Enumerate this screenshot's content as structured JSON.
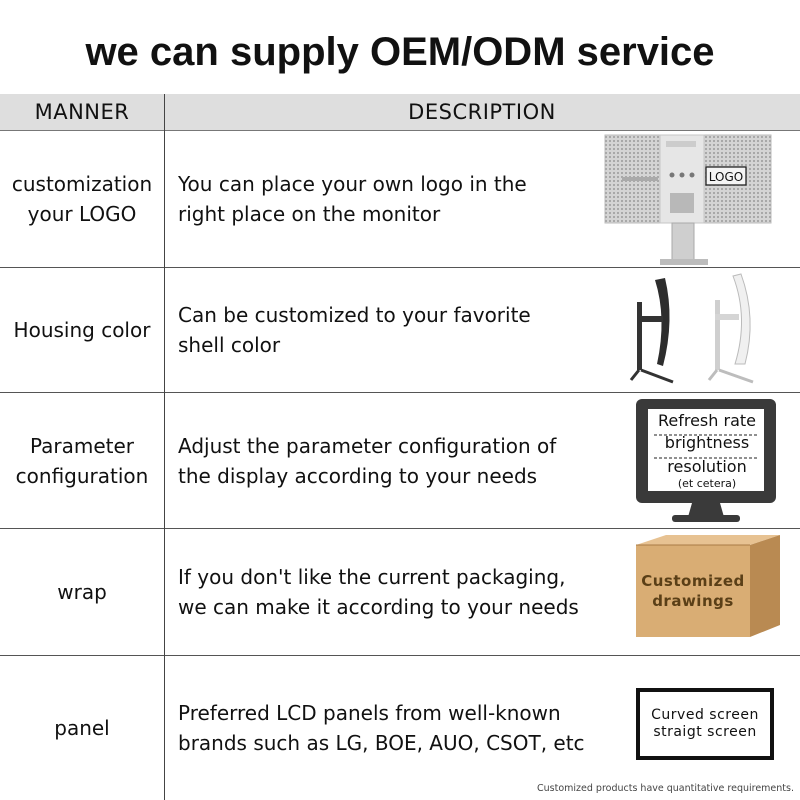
{
  "title": "we can supply OEM/ODM service",
  "table": {
    "headers": {
      "manner": "MANNER",
      "description": "DESCRIPTION"
    },
    "rows": [
      {
        "manner": "customization\nyour LOGO",
        "description": "You can place your own logo in the\n right place on the monitor",
        "image_label": "LOGO"
      },
      {
        "manner": "Housing color",
        "description": "Can be customized to your favorite\n shell color"
      },
      {
        "manner": "Parameter\nconfiguration",
        "description": "Adjust the parameter configuration of\nthe display according to your needs",
        "screen_lines": [
          "Refresh rate",
          "brightness",
          "resolution",
          "(et cetera)"
        ]
      },
      {
        "manner": "wrap",
        "description": "If you don't like the current packaging,\nwe can make it according to your needs",
        "box_lines": [
          "Customized",
          "drawings"
        ]
      },
      {
        "manner": "panel",
        "description": "Preferred LCD panels from well-known\n brands such as LG, BOE, AUO, CSOT, etc",
        "panel_lines": [
          "Curved screen",
          "straigt screen"
        ]
      }
    ]
  },
  "footnote": "Customized products have quantitative requirements.",
  "colors": {
    "header_bg": "#dedede",
    "box": "#d9ad74",
    "text": "#111111"
  }
}
